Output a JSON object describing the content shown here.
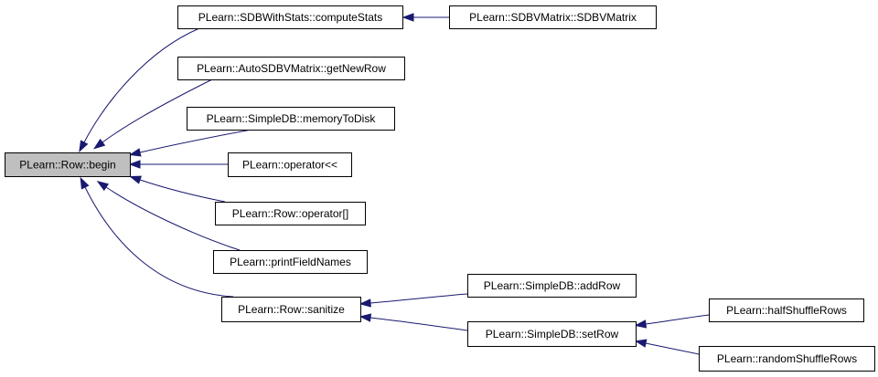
{
  "diagram": {
    "colors": {
      "edge": "#191970",
      "root_fill": "#bfbfbf",
      "node_fill": "#ffffff",
      "border": "#000000"
    },
    "nodes": [
      {
        "id": "begin",
        "label": "PLearn::Row::begin",
        "root": true
      },
      {
        "id": "computeStats",
        "label": "PLearn::SDBWithStats::computeStats"
      },
      {
        "id": "sdbvmatrix",
        "label": "PLearn::SDBVMatrix::SDBVMatrix"
      },
      {
        "id": "getNewRow",
        "label": "PLearn::AutoSDBVMatrix::getNewRow"
      },
      {
        "id": "memoryToDisk",
        "label": "PLearn::SimpleDB::memoryToDisk"
      },
      {
        "id": "operatorShift",
        "label": "PLearn::operator<<"
      },
      {
        "id": "operatorIndex",
        "label": "PLearn::Row::operator[]"
      },
      {
        "id": "printFieldNames",
        "label": "PLearn::printFieldNames"
      },
      {
        "id": "sanitize",
        "label": "PLearn::Row::sanitize"
      },
      {
        "id": "addRow",
        "label": "PLearn::SimpleDB::addRow"
      },
      {
        "id": "setRow",
        "label": "PLearn::SimpleDB::setRow"
      },
      {
        "id": "halfShuffleRows",
        "label": "PLearn::halfShuffleRows"
      },
      {
        "id": "randomShuffleRows",
        "label": "PLearn::randomShuffleRows"
      }
    ],
    "edges": [
      {
        "from": "computeStats",
        "to": "begin"
      },
      {
        "from": "sdbvmatrix",
        "to": "computeStats"
      },
      {
        "from": "getNewRow",
        "to": "begin"
      },
      {
        "from": "memoryToDisk",
        "to": "begin"
      },
      {
        "from": "operatorShift",
        "to": "begin"
      },
      {
        "from": "operatorIndex",
        "to": "begin"
      },
      {
        "from": "printFieldNames",
        "to": "begin"
      },
      {
        "from": "sanitize",
        "to": "begin"
      },
      {
        "from": "addRow",
        "to": "sanitize"
      },
      {
        "from": "setRow",
        "to": "sanitize"
      },
      {
        "from": "halfShuffleRows",
        "to": "setRow"
      },
      {
        "from": "randomShuffleRows",
        "to": "setRow"
      }
    ]
  }
}
